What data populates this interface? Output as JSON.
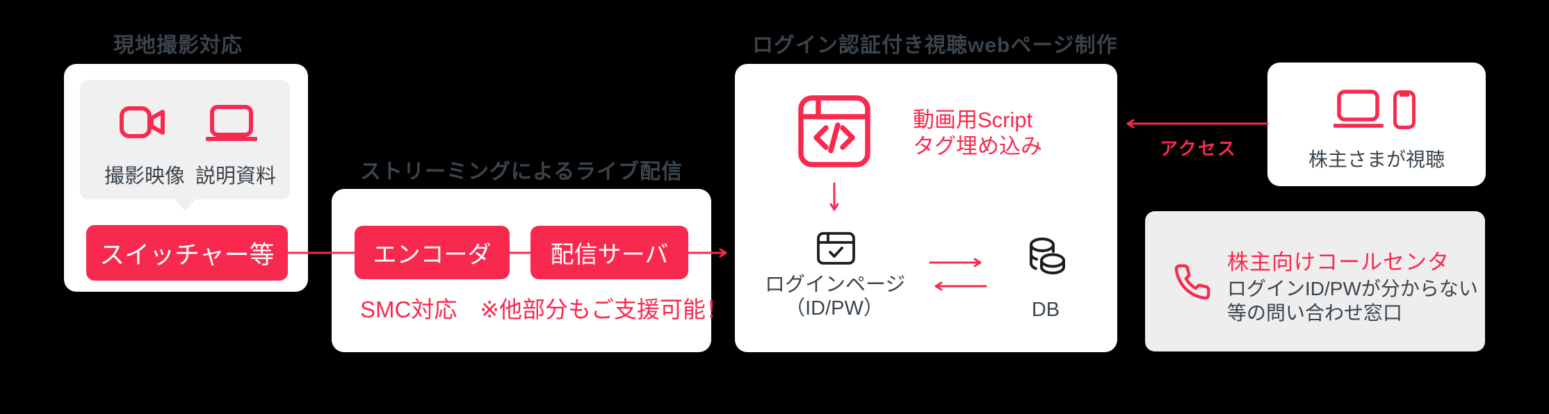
{
  "colors": {
    "accent": "#F8294E",
    "text_dark": "#3A444D",
    "icon_dark": "#1D1D1F",
    "background": "#000000",
    "card": "#FFFFFF",
    "muted_gray": "#F0F0F0"
  },
  "sections": {
    "filming": {
      "title": "現地撮影対応",
      "sources": [
        {
          "icon": "video-camera-icon",
          "label": "撮影映像"
        },
        {
          "icon": "display-icon",
          "label": "説明資料"
        }
      ],
      "node": "スイッチャー等"
    },
    "streaming": {
      "title": "ストリーミングによるライブ配信",
      "nodes": [
        "エンコーダ",
        "配信サーバ"
      ],
      "note": "SMC対応　※他部分もご支援可能！"
    },
    "webpage": {
      "title": "ログイン認証付き視聴webページ制作",
      "script_note": {
        "line1": "動画用Script",
        "line2": "タグ埋め込み"
      },
      "login": {
        "line1": "ログインページ",
        "line2": "（ID/PW）"
      },
      "db_label": "DB"
    },
    "viewer": {
      "label": "株主さまが視聴",
      "access_label": "アクセス"
    },
    "callcenter": {
      "title": "株主向けコールセンタ",
      "desc": {
        "line1": "ログインID/PWが分からない",
        "line2": "等の問い合わせ窓口"
      }
    }
  }
}
